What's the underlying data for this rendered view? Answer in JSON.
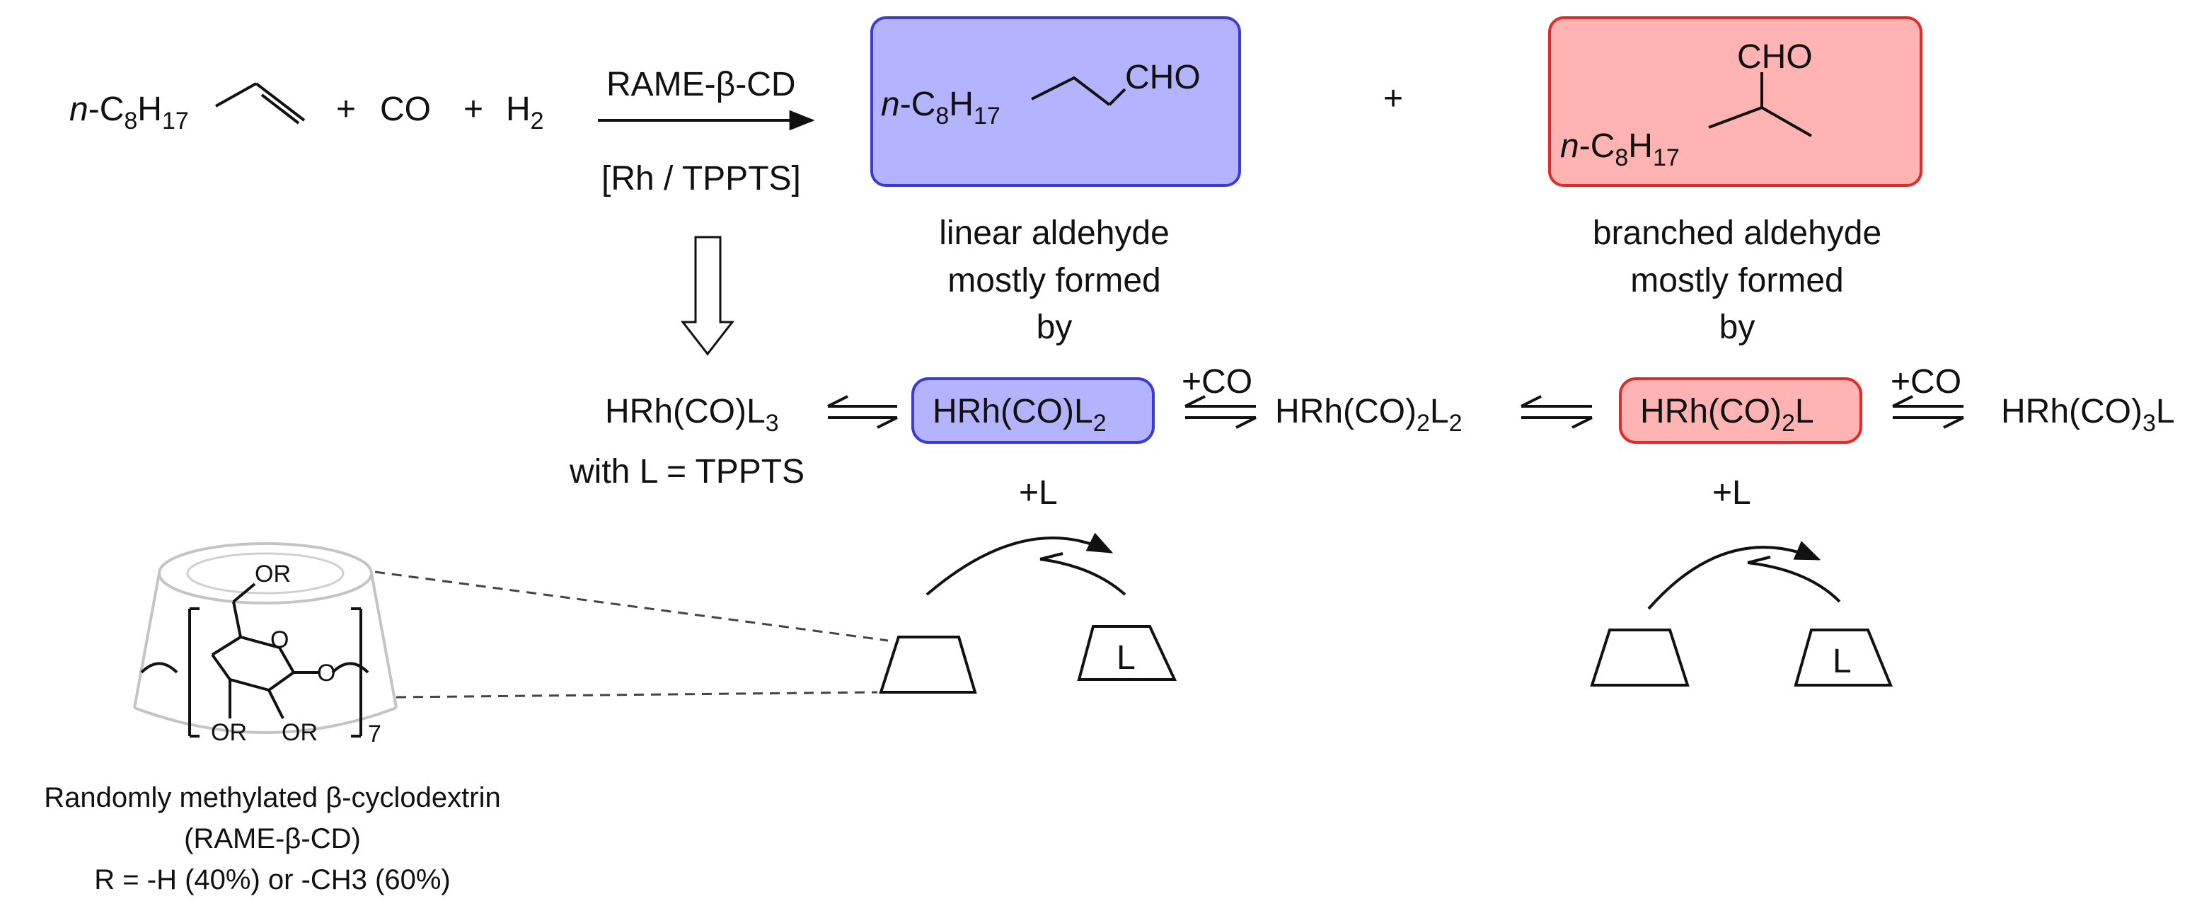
{
  "reaction": {
    "reagent_prefix": "n",
    "reagent_chain": "-C8H17",
    "plus1": "+",
    "co": "CO",
    "plus2": "+",
    "h2": "H2",
    "catalyst_top": "RAME-β-CD",
    "catalyst_bottom": "[Rh / TPPTS]"
  },
  "products": {
    "linear": {
      "chain": "n-C8H17",
      "group": "CHO",
      "caption": [
        "linear aldehyde",
        "mostly formed",
        "by"
      ],
      "color": "#b3b3ff",
      "border": "#3b3bd6"
    },
    "plus": "+",
    "branched": {
      "chain": "n-C8H17",
      "group": "CHO",
      "caption": [
        "branched aldehyde",
        "mostly formed",
        "by"
      ],
      "color": "#ffb3b3",
      "border": "#e02b2b"
    }
  },
  "equilibria": {
    "species1": "HRh(CO)L3",
    "note": "with L = TPPTS",
    "species2": "HRh(CO)L2",
    "addCO_1": "+CO",
    "species3": "HRh(CO)2L2",
    "species4": "HRh(CO)2L",
    "addCO_2": "+CO",
    "species5": "HRh(CO)3L",
    "addL_1": "+L",
    "addL_2": "+L",
    "cd_label": "L"
  },
  "cyclodextrin": {
    "or_top": "OR",
    "ring_o": "O",
    "or_right": "O",
    "or_bottom_left": "OR",
    "or_bottom_right": "OR",
    "repeat": "7",
    "caption": [
      "Randomly methylated β-cyclodextrin",
      "(RAME-β-CD)",
      "R = -H (40%) or -CH3 (60%)"
    ]
  }
}
